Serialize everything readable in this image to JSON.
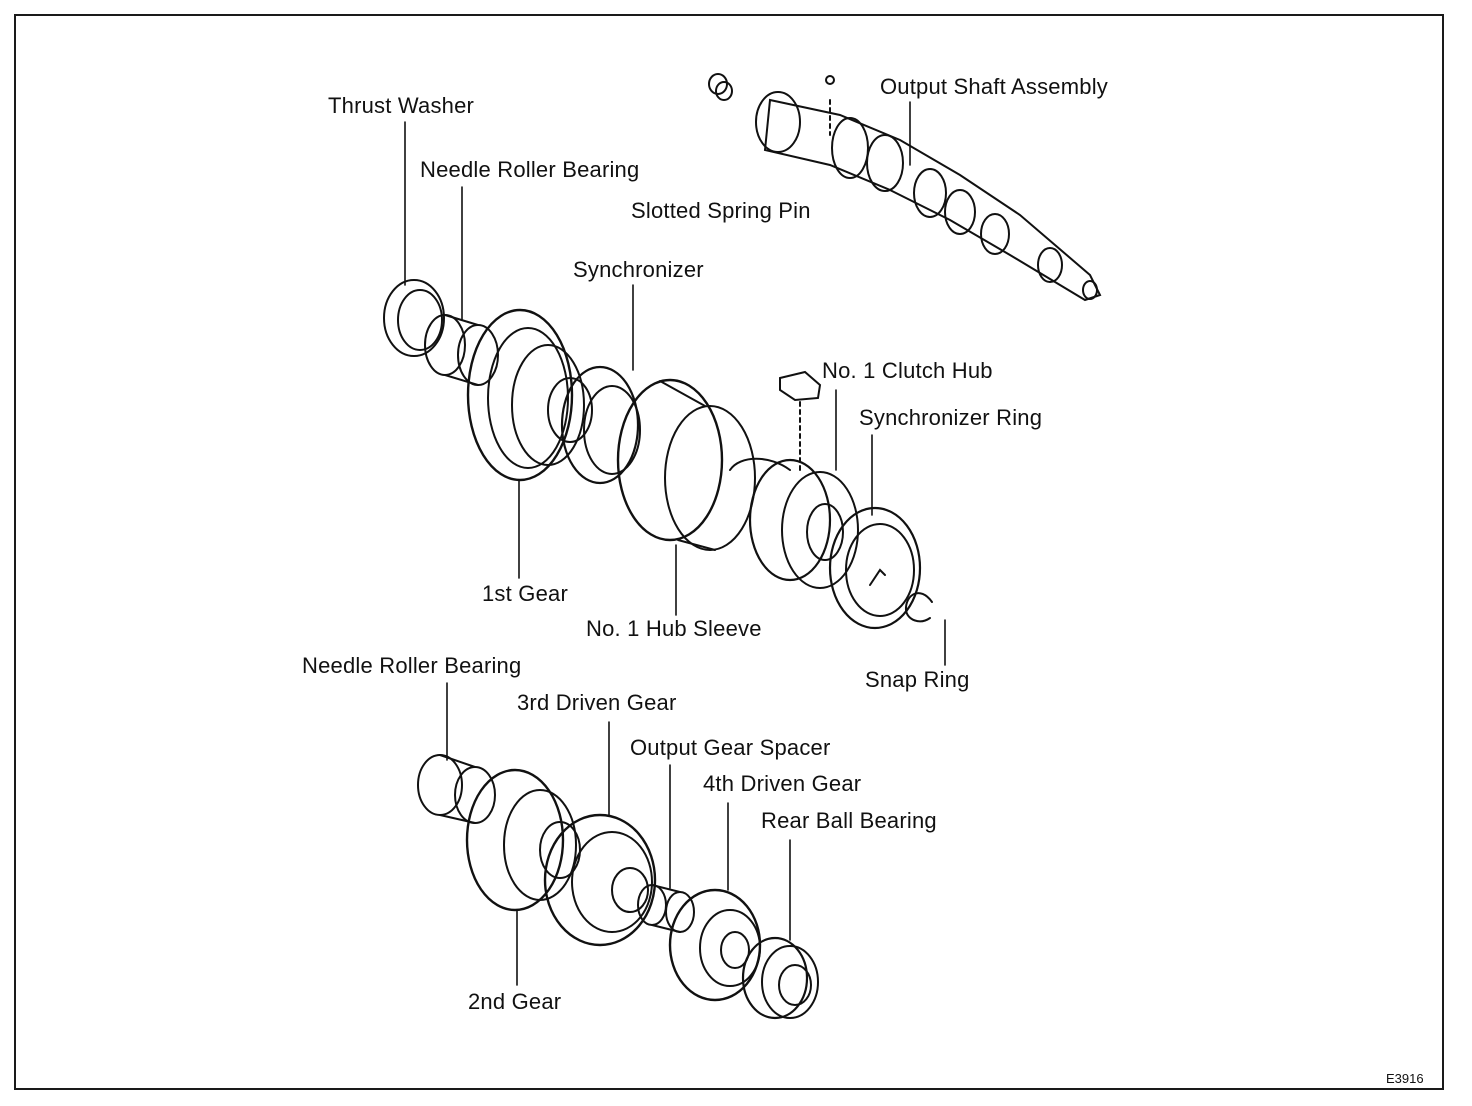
{
  "labels": {
    "output_shaft_assembly": "Output Shaft Assembly",
    "thrust_washer": "Thrust Washer",
    "needle_roller_bearing_1": "Needle Roller Bearing",
    "slotted_spring_pin": "Slotted Spring Pin",
    "synchronizer": "Synchronizer",
    "no1_clutch_hub": "No. 1 Clutch Hub",
    "synchronizer_ring": "Synchronizer Ring",
    "first_gear": "1st Gear",
    "no1_hub_sleeve": "No. 1 Hub Sleeve",
    "snap_ring": "Snap Ring",
    "needle_roller_bearing_2": "Needle Roller Bearing",
    "third_driven_gear": "3rd Driven Gear",
    "output_gear_spacer": "Output Gear Spacer",
    "fourth_driven_gear": "4th Driven Gear",
    "rear_ball_bearing": "Rear Ball Bearing",
    "second_gear": "2nd Gear"
  },
  "figure_code": "E3916"
}
